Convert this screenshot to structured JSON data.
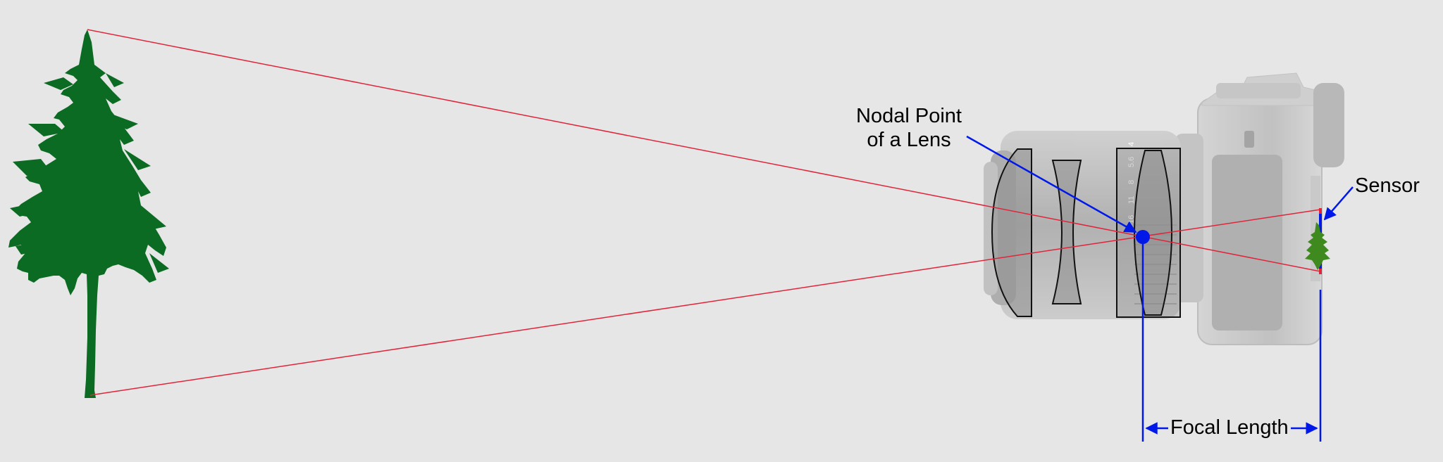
{
  "labels": {
    "nodal_point_line1": "Nodal Point",
    "nodal_point_line2": "of a Lens",
    "sensor": "Sensor",
    "focal_length": "Focal Length"
  },
  "lens_markings": [
    "16",
    "11",
    "8",
    "5.6",
    "4"
  ],
  "colors": {
    "background": "#e6e6e6",
    "tree": "#0b6b22",
    "rays": "#e0253a",
    "annotation": "#0018e8",
    "camera_body": "#bdbdbd",
    "lens_barrel": "#a9a9a9",
    "lens_element_outline": "#111111"
  }
}
